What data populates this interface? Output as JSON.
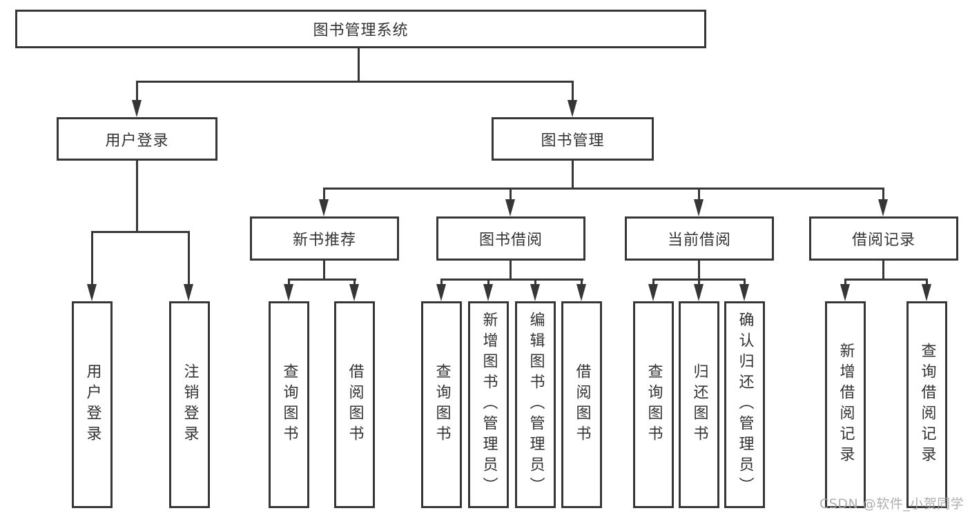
{
  "diagram_title": "图书管理系统",
  "nodes": {
    "root": {
      "label": "图书管理系统"
    },
    "level2": {
      "user_login": {
        "label": "用户登录"
      },
      "book_management": {
        "label": "图书管理"
      }
    },
    "level3": {
      "new_book_recommend": {
        "label": "新书推荐"
      },
      "book_borrow": {
        "label": "图书借阅"
      },
      "current_borrow": {
        "label": "当前借阅"
      },
      "borrow_record": {
        "label": "借阅记录"
      }
    },
    "leaves": {
      "user_login": {
        "label": "用户登录"
      },
      "logout": {
        "label": "注销登录"
      },
      "query_book_recommend": {
        "label": "查询图书"
      },
      "borrow_book_recommend": {
        "label": "借阅图书"
      },
      "query_book_borrow": {
        "label": "查询图书"
      },
      "add_book_admin": {
        "label": "新增图书（管理员）"
      },
      "edit_book_admin": {
        "label": "编辑图书（管理员）"
      },
      "borrow_book_borrow": {
        "label": "借阅图书"
      },
      "query_book_current": {
        "label": "查询图书"
      },
      "return_book": {
        "label": "归还图书"
      },
      "confirm_return_admin": {
        "label": "确认归还（管理员）"
      },
      "add_borrow_record": {
        "label": "新增借阅记录"
      },
      "query_borrow_record": {
        "label": "查询借阅记录"
      }
    }
  },
  "hierarchy": {
    "图书管理系统": [
      "用户登录",
      "图书管理"
    ],
    "用户登录": [
      "用户登录",
      "注销登录"
    ],
    "图书管理": [
      "新书推荐",
      "图书借阅",
      "当前借阅",
      "借阅记录"
    ],
    "新书推荐": [
      "查询图书",
      "借阅图书"
    ],
    "图书借阅": [
      "查询图书",
      "新增图书（管理员）",
      "编辑图书（管理员）",
      "借阅图书"
    ],
    "当前借阅": [
      "查询图书",
      "归还图书",
      "确认归还（管理员）"
    ],
    "借阅记录": [
      "新增借阅记录",
      "查询借阅记录"
    ]
  },
  "watermark": {
    "text": "CSDN @软件_小贺同学"
  },
  "colors": {
    "line": "#363636",
    "text": "#333333",
    "background": "#ffffff",
    "watermark": "#a6a6a6"
  }
}
